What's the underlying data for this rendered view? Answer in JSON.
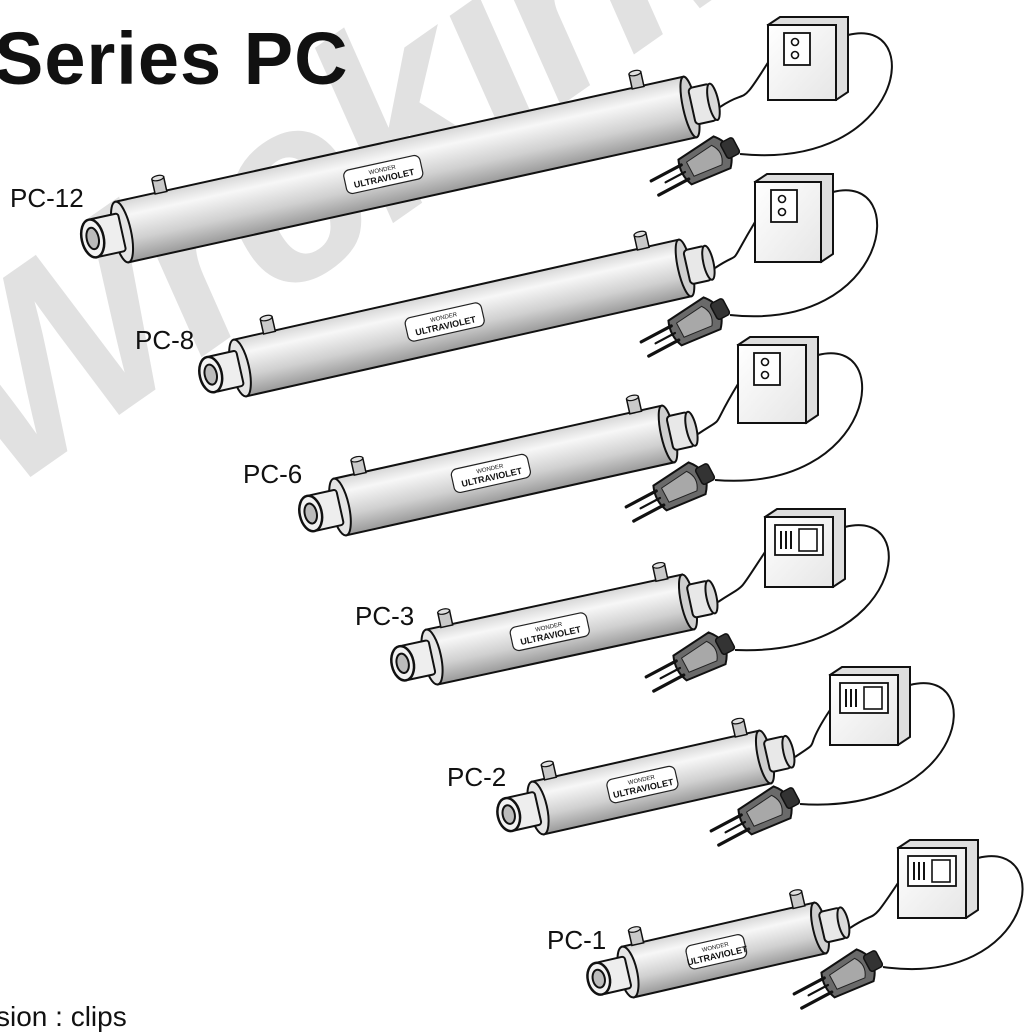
{
  "page": {
    "title": "Series PC",
    "footer_text": "sion : clips",
    "watermark": "Wrekinwater"
  },
  "product_label": {
    "brand_top": "WONDER",
    "brand_main": "ULTRAVIOLET"
  },
  "models": [
    {
      "label": "PC-12"
    },
    {
      "label": "PC-8"
    },
    {
      "label": "PC-6"
    },
    {
      "label": "PC-3"
    },
    {
      "label": "PC-2"
    },
    {
      "label": "PC-1"
    }
  ],
  "icons": [
    "uv-sterilizer-icon",
    "power-adapter-icon",
    "plug-icon",
    "cable-icon"
  ]
}
